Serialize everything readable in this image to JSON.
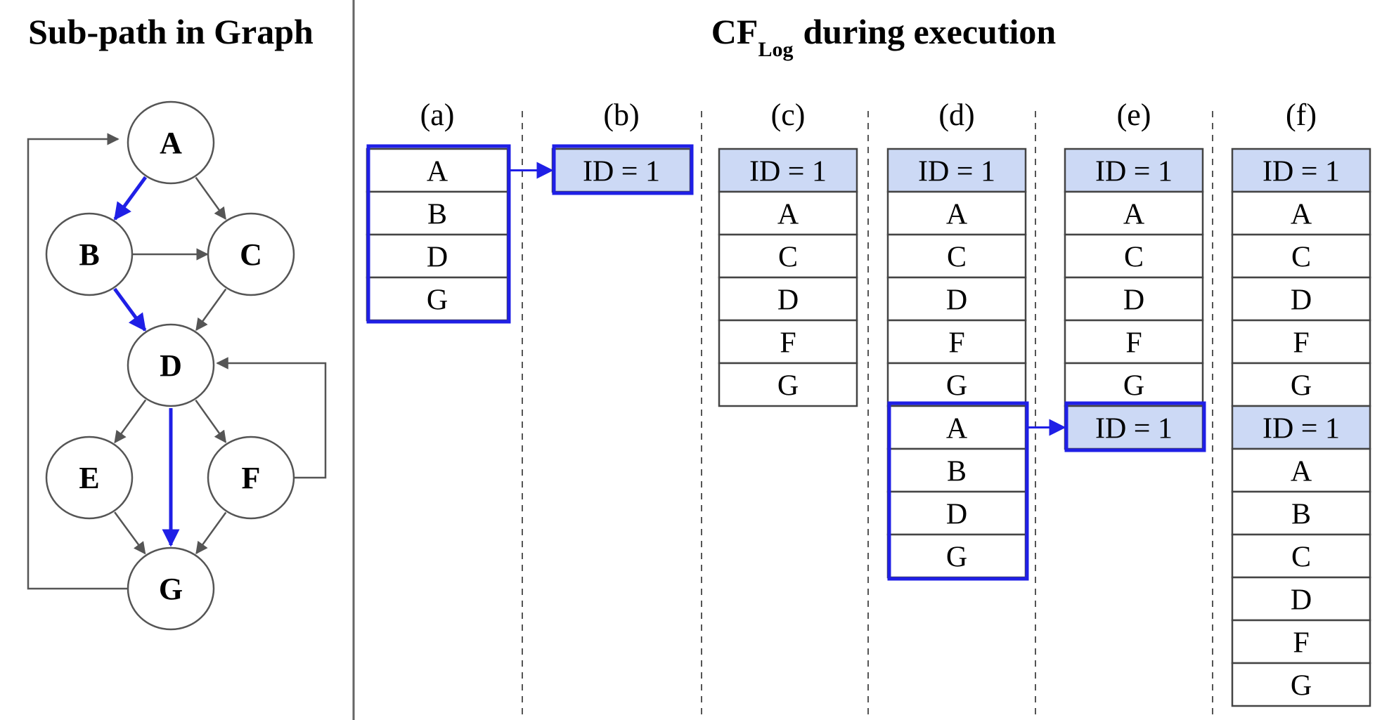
{
  "headings": {
    "left": "Sub-path in Graph",
    "right_main": "CF",
    "right_sub": "Log",
    "right_rest": "during execution"
  },
  "colors": {
    "highlight": "#1f1fe6",
    "edge": "#555555",
    "id_fill": "#ccd9f5",
    "cell_border": "#444444"
  },
  "graph": {
    "nodes": [
      "A",
      "B",
      "C",
      "D",
      "E",
      "F",
      "G"
    ],
    "highlighted_path": [
      "A",
      "B",
      "D",
      "G"
    ]
  },
  "panels": [
    {
      "label": "(a)",
      "blocks": [
        {
          "cells": [
            "A",
            "B",
            "D",
            "G"
          ],
          "highlight": true
        }
      ]
    },
    {
      "label": "(b)",
      "blocks": [
        {
          "cells": [
            "ID = 1"
          ],
          "id": true,
          "highlight": true
        }
      ]
    },
    {
      "label": "(c)",
      "blocks": [
        {
          "cells": [
            "ID = 1"
          ],
          "id": true
        },
        {
          "cells": [
            "A",
            "C",
            "D",
            "F",
            "G"
          ]
        }
      ]
    },
    {
      "label": "(d)",
      "blocks": [
        {
          "cells": [
            "ID = 1"
          ],
          "id": true
        },
        {
          "cells": [
            "A",
            "C",
            "D",
            "F",
            "G"
          ]
        },
        {
          "cells": [
            "A",
            "B",
            "D",
            "G"
          ],
          "highlight": true
        }
      ]
    },
    {
      "label": "(e)",
      "blocks": [
        {
          "cells": [
            "ID = 1"
          ],
          "id": true
        },
        {
          "cells": [
            "A",
            "C",
            "D",
            "F",
            "G"
          ]
        },
        {
          "cells": [
            "ID = 1"
          ],
          "id": true,
          "highlight": true
        }
      ]
    },
    {
      "label": "(f)",
      "blocks": [
        {
          "cells": [
            "ID = 1"
          ],
          "id": true
        },
        {
          "cells": [
            "A",
            "C",
            "D",
            "F",
            "G"
          ]
        },
        {
          "cells": [
            "ID = 1"
          ],
          "id": true
        },
        {
          "cells": [
            "A",
            "B",
            "C",
            "D",
            "F",
            "G"
          ]
        }
      ]
    }
  ]
}
